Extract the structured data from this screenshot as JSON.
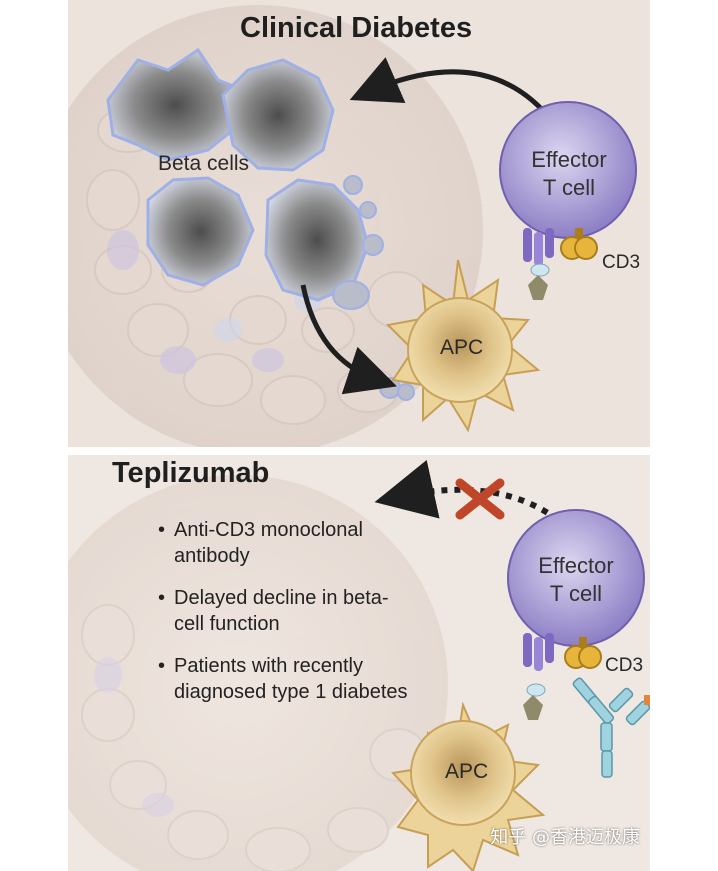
{
  "top_panel": {
    "title": "Clinical Diabetes",
    "beta_cells_label": "Beta cells",
    "effector_label_line1": "Effector",
    "effector_label_line2": "T cell",
    "cd3_label": "CD3",
    "apc_label": "APC"
  },
  "bottom_panel": {
    "title": "Teplizumab",
    "bullets": [
      "Anti-CD3 monoclonal antibody",
      "Delayed decline in beta-cell function",
      "Patients with recently diagnosed type 1 diabetes"
    ],
    "effector_label_line1": "Effector",
    "effector_label_line2": "T cell",
    "cd3_label": "CD3",
    "apc_label": "APC"
  },
  "watermark": "知乎 @香港迈极康",
  "colors": {
    "t_cell": "#8f80c4",
    "apc": "#d9b56b",
    "beta_cell_outline": "#8fa6e0",
    "block_x": "#c0462a",
    "antibody": "#8fc9d8"
  }
}
